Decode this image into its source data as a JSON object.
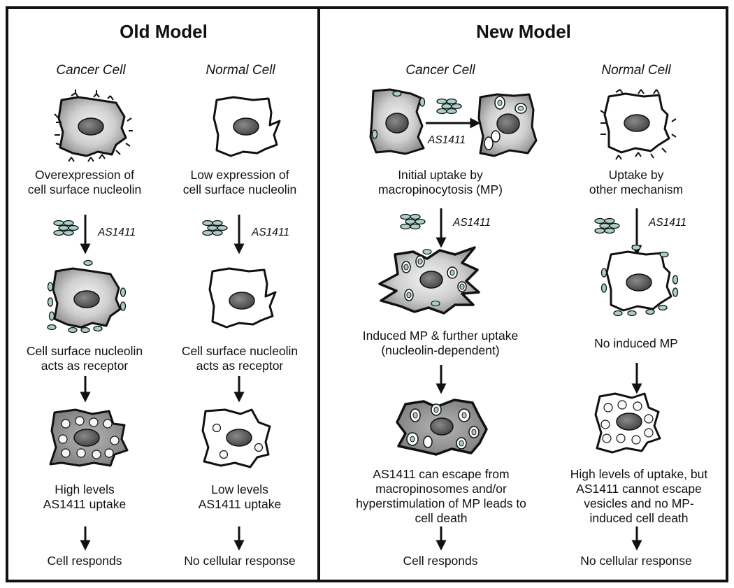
{
  "old_model": {
    "title": "Old Model",
    "cancer": {
      "heading": "Cancer Cell",
      "step1": "Overexpression of\ncell surface nucleolin",
      "arrow_label": "AS1411",
      "step2": "Cell surface nucleolin\nacts as receptor",
      "step3": "High levels\nAS1411 uptake",
      "outcome": "Cell responds"
    },
    "normal": {
      "heading": "Normal Cell",
      "step1": "Low expression of\ncell surface nucleolin",
      "arrow_label": "AS1411",
      "step2": "Cell surface nucleolin\nacts as receptor",
      "step3": "Low levels\nAS1411 uptake",
      "outcome": "No cellular response"
    }
  },
  "new_model": {
    "title": "New Model",
    "cancer": {
      "heading": "Cancer Cell",
      "inline_label": "AS1411",
      "step1": "Initial uptake by\nmacropinocytosis (MP)",
      "arrow_label": "AS1411",
      "step2": "Induced MP & further uptake\n(nucleolin-dependent)",
      "step3": "AS1411 can escape from\nmacropinosomes and/or\nhyperstimulation of MP leads to\ncell death",
      "outcome": "Cell responds"
    },
    "normal": {
      "heading": "Normal Cell",
      "step1": "Uptake by\nother mechanism",
      "arrow_label": "AS1411",
      "step2": "No induced MP",
      "step3": "High levels of uptake, but\nAS1411 cannot escape\nvesicles and no MP-\ninduced cell death",
      "outcome": "No cellular response"
    }
  },
  "colors": {
    "border": "#111111",
    "nucleus": "#555555",
    "cancer_fill_light": "#f4f4f4",
    "cancer_fill_dark": "#8a8a8a",
    "aptamer": "#a9cfc9"
  }
}
